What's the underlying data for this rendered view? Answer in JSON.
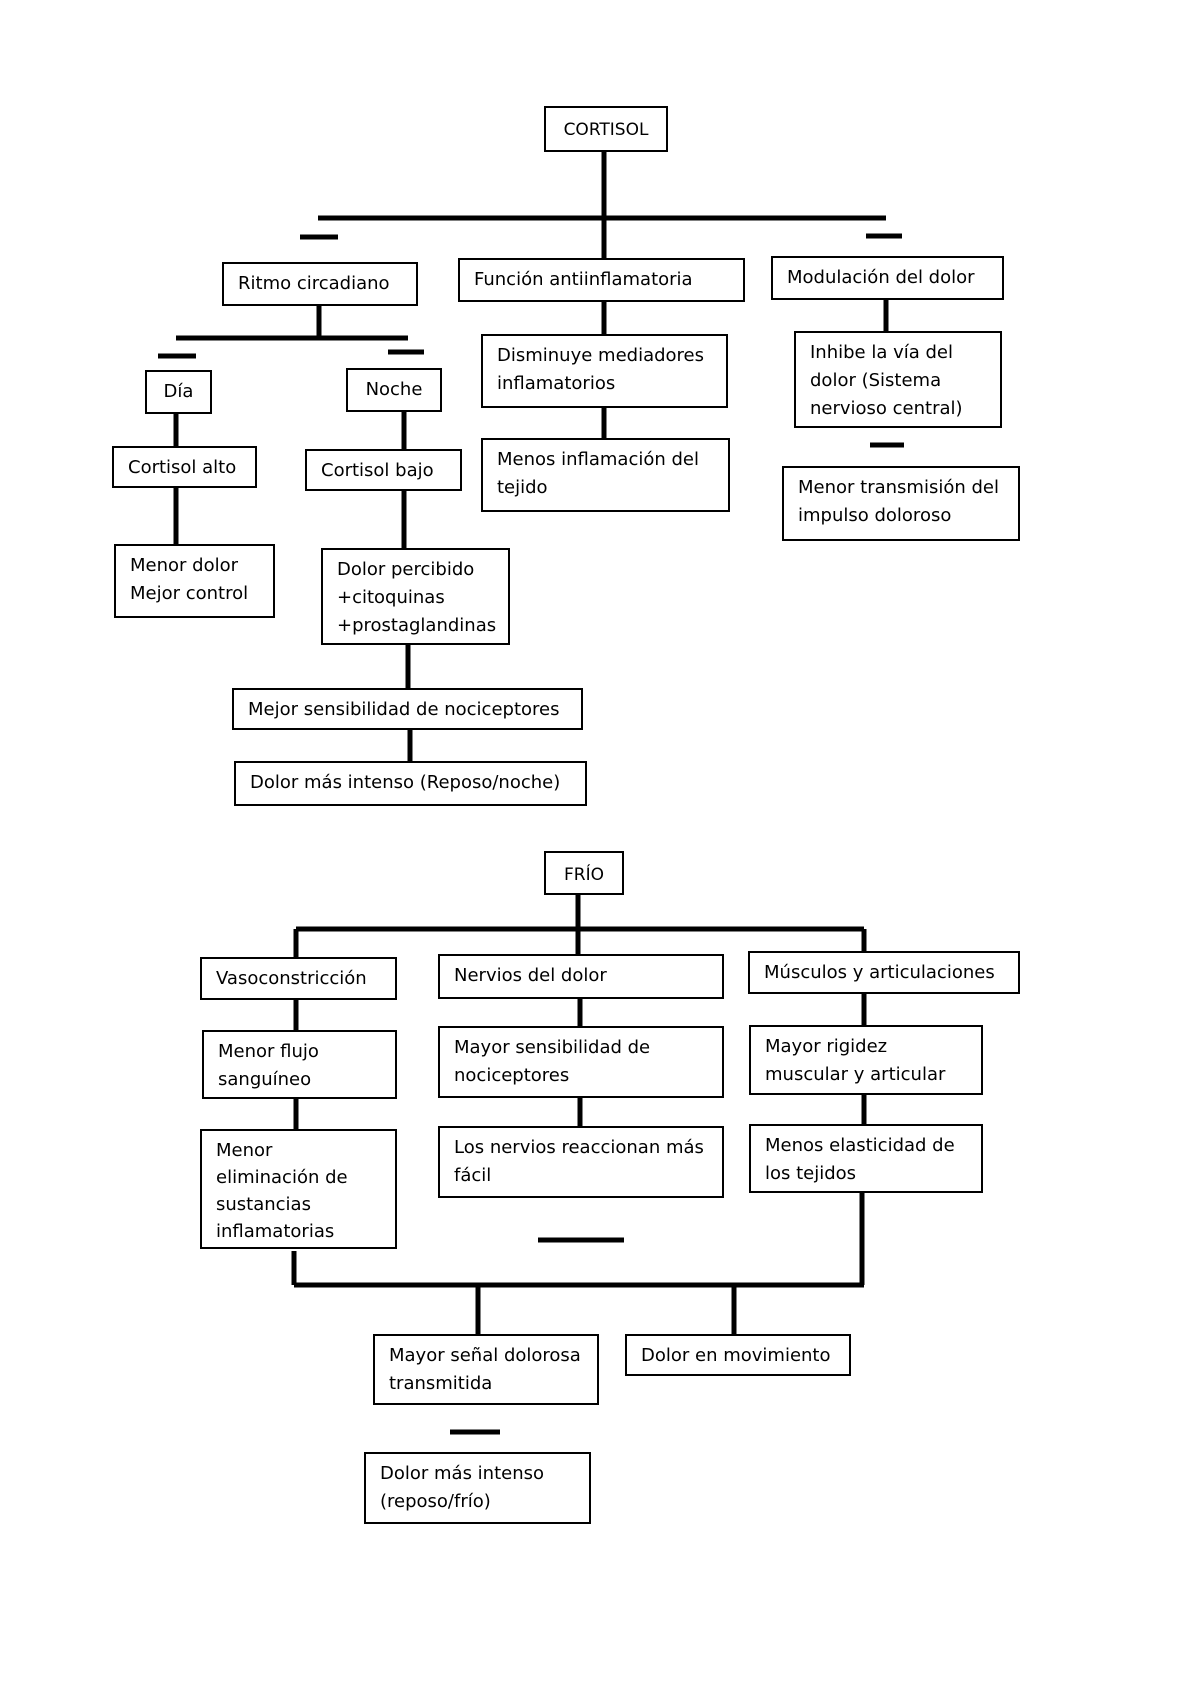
{
  "cortisol": {
    "root": "CORTISOL",
    "ritmo": "Ritmo circadiano",
    "dia": "Día",
    "noche": "Noche",
    "cortisol_alto": "Cortisol alto",
    "menor_dolor": "Menor dolor\nMejor control",
    "cortisol_bajo": "Cortisol bajo",
    "dolor_percibido": "Dolor percibido\n+citoquinas\n+prostaglandinas",
    "mejor_sensibilidad": "Mejor sensibilidad de nociceptores",
    "dolor_intenso_noche": "Dolor más intenso (Reposo/noche)",
    "funcion": "Función antiinflamatoria",
    "disminuye": "Disminuye mediadores\ninflamatorios",
    "menos_inflamacion": "Menos inflamación del\ntejido",
    "modulacion": "Modulación del dolor",
    "inhibe": "Inhibe la vía del\ndolor (Sistema\nnervioso central)",
    "menor_transmision": "Menor transmisión del\nimpulso doloroso"
  },
  "frio": {
    "root": "FRÍO",
    "vaso": "Vasoconstricción",
    "menor_flujo": "Menor flujo\nsanguíneo",
    "menor_eliminacion": "Menor\neliminación de\nsustancias\ninflamatorias",
    "nervios": "Nervios del dolor",
    "mayor_sensibilidad": "Mayor sensibilidad de\nnociceptores",
    "reaccionan": "Los nervios reaccionan más\nfácil",
    "musculos": "Músculos y articulaciones",
    "mayor_rigidez": "Mayor rigidez\nmuscular y articular",
    "menos_elasticidad": "Menos elasticidad de\nlos tejidos",
    "mayor_senal": "Mayor señal dolorosa\ntransmitida",
    "dolor_movimiento": "Dolor en movimiento",
    "dolor_intenso_frio": "Dolor más intenso\n(reposo/frío)"
  }
}
